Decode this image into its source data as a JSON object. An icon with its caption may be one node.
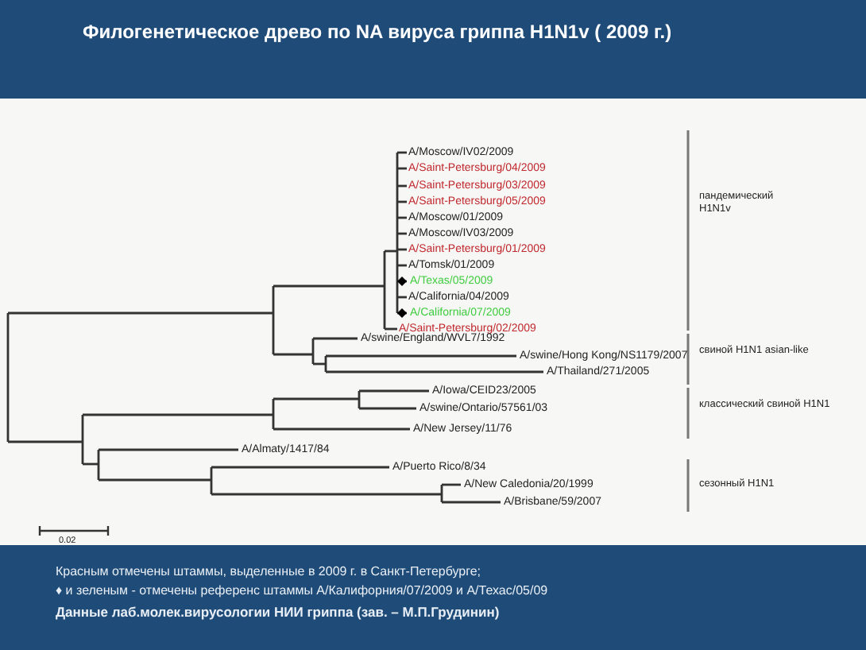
{
  "diagram": {
    "title": "Филогенетическое древо по NA вируса гриппа H1N1v ( 2009 г.)",
    "labels": [
      "A/Moscow/IV02/2009",
      "A/Saint-Petersburg/04/2009",
      "A/Saint-Petersburg/03/2009",
      "A/Saint-Petersburg/05/2009",
      "A/Moscow/01/2009",
      "A/Moscow/IV03/2009",
      "A/Saint-Petersburg/01/2009",
      "A/Tomsk/01/2009",
      "A/Texas/05/2009",
      "A/California/04/2009",
      "A/California/07/2009",
      "A/Saint-Petersburg/02/2009",
      "A/swine/England/WVL7/1992",
      "A/swine/Hong Kong/NS1179/2007",
      "A/Thailand/271/2005",
      "A/Iowa/CEID23/2005",
      "A/swine/Ontario/57561/03",
      "A/New Jersey/11/76",
      "A/Almaty/1417/84",
      "A/Puerto Rico/8/34",
      "A/New Caledonia/20/1999",
      "A/Brisbane/59/2007",
      "пандемический H1N1v",
      "свиной H1N1 asian-like",
      "классический свиной H1N1",
      "сезонный H1N1",
      "0.02",
      "Красным отмечены штаммы, выделенные в 2009 г. в Санкт-Петербурге;",
      "♦ и зеленым - отмечены референс штаммы А/Калифорния/07/2009 и А/Техас/05/09",
      "Данные лаб.молек.вирусологии НИИ гриппа (зав. – М.П.Грудинин)"
    ]
  }
}
